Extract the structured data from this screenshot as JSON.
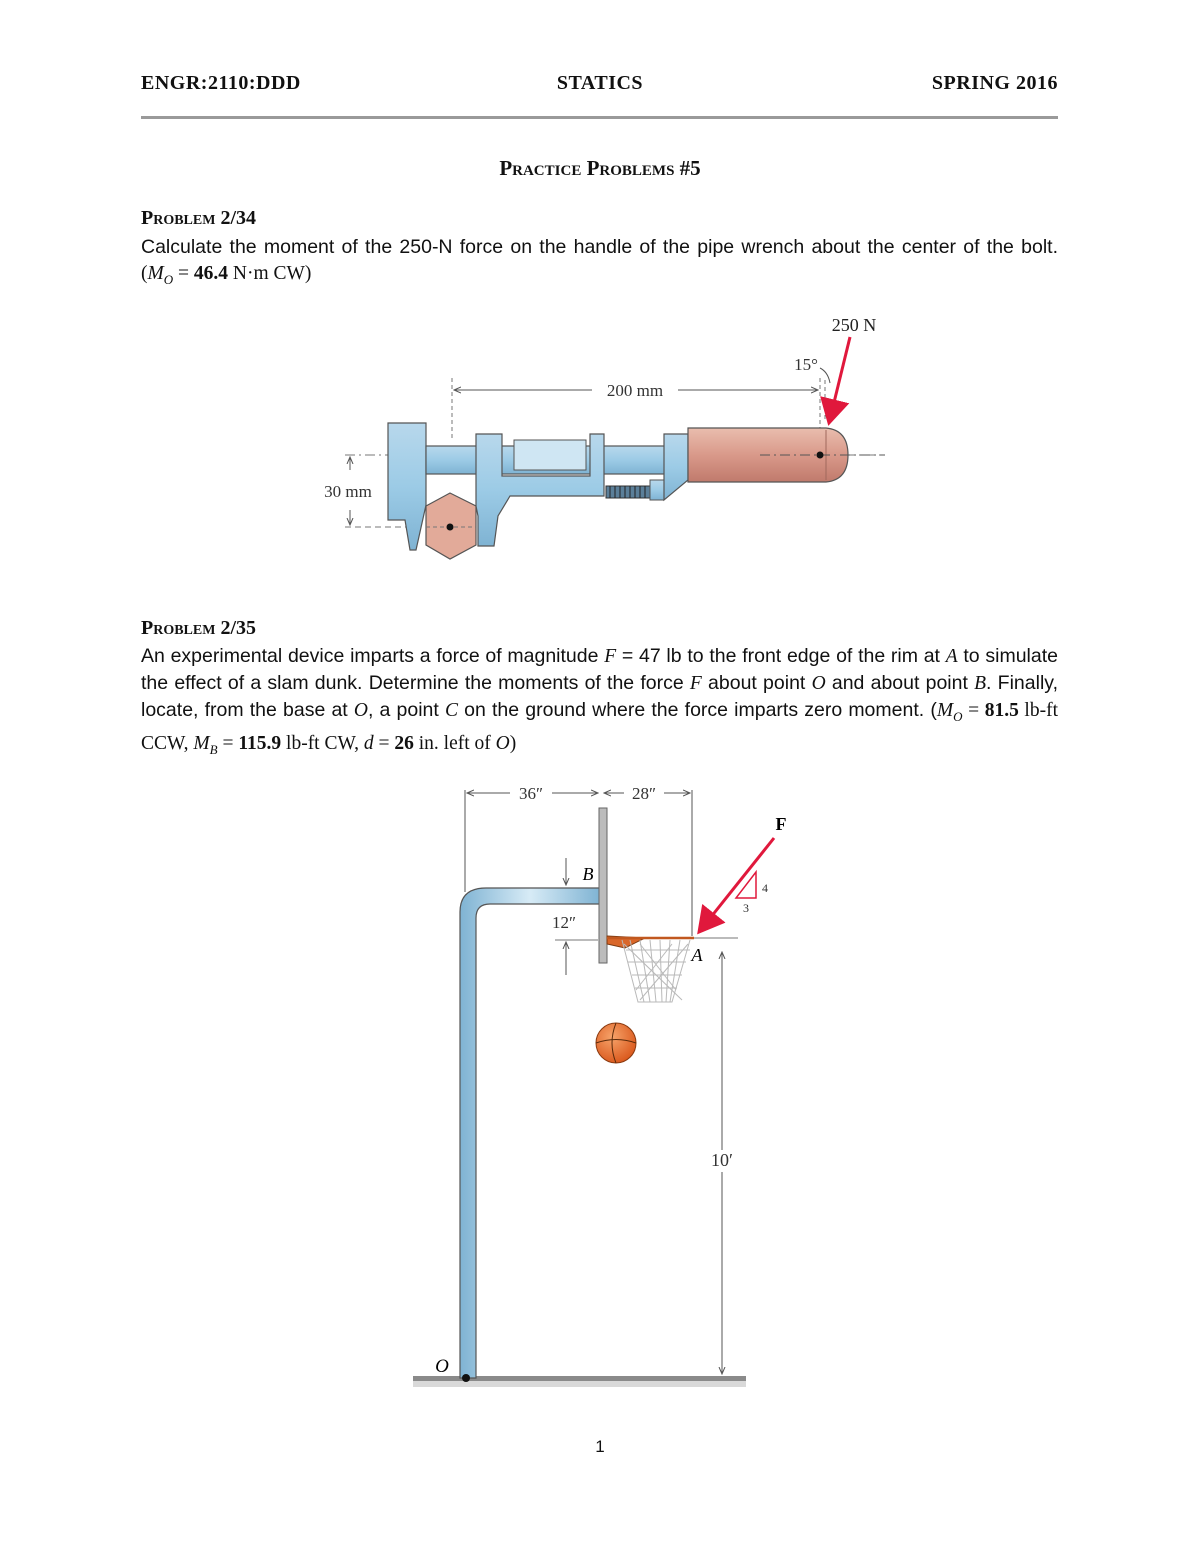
{
  "header": {
    "left": "ENGR:2110:DDD",
    "center": "STATICS",
    "right": "SPRING 2016"
  },
  "title": "Practice Problems #5",
  "problem1": {
    "heading": "Problem 2/34",
    "text": "Calculate the moment of the 250-N force on the handle of the pipe wrench about the center of the bolt.",
    "answer_prefix": "(",
    "answer_var": "M",
    "answer_sub": "O",
    "answer_eq": " = ",
    "answer_val": "46.4",
    "answer_unit": " N·m CW)",
    "figure": {
      "force_label": "250 N",
      "angle_label": "15°",
      "length_label": "200 mm",
      "offset_label": "30 mm"
    }
  },
  "problem2": {
    "heading": "Problem 2/35",
    "text_a": "An experimental device imparts a force of magnitude ",
    "text_F": "F",
    "text_b": " = 47 lb to the front edge of the rim at ",
    "text_A": "A",
    "text_c": " to simulate the effect of a slam dunk. Determine the moments of the force ",
    "text_F2": "F",
    "text_d": " about point ",
    "text_O": "O",
    "text_e": " and about point ",
    "text_B": "B",
    "text_f": ". Finally, locate, from the base at ",
    "text_O2": "O",
    "text_g": ", a point ",
    "text_C": "C",
    "text_h": " on the ground where the force imparts zero moment. (",
    "ans_MO": "81.5",
    "ans_MO_unit": " lb-ft CCW, ",
    "ans_MB": "115.9",
    "ans_MB_unit": " lb-ft CW, ",
    "ans_d": "26",
    "ans_d_unit": " in. left of ",
    "ans_end": ")",
    "figure": {
      "dim_left": "36″",
      "dim_right": "28″",
      "dim_height": "12″",
      "dim_rim": "10′",
      "label_B": "B",
      "label_A": "A",
      "label_F": "F",
      "label_O": "O",
      "slope_rise": "4",
      "slope_run": "3"
    }
  },
  "page_number": "1"
}
